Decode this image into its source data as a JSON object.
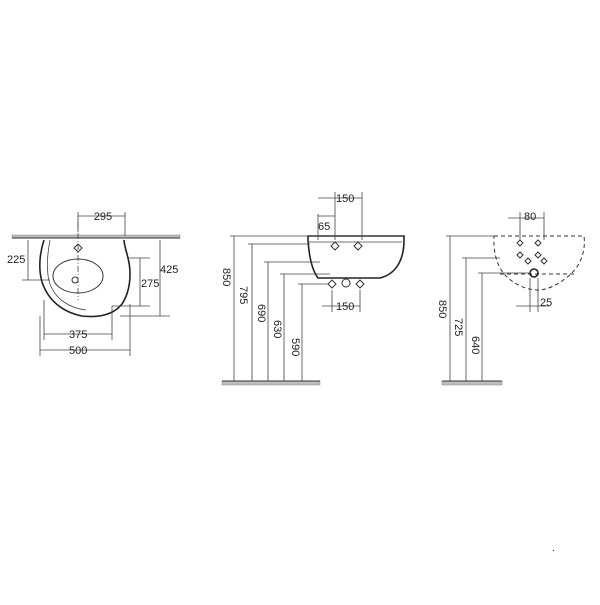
{
  "front_view": {
    "width_top": "295",
    "height_left": "225",
    "height_right_outer": "425",
    "height_right_inner": "275",
    "width_inner": "375",
    "width_total": "500"
  },
  "side_view": {
    "width_top": "150",
    "offset_small": "65",
    "width_bottom": "150",
    "heights": [
      "850",
      "795",
      "690",
      "630",
      "590"
    ]
  },
  "rear_view": {
    "width_top": "80",
    "offset_bottom": "25",
    "heights": [
      "850",
      "725",
      "640"
    ]
  },
  "footer_mark": "."
}
